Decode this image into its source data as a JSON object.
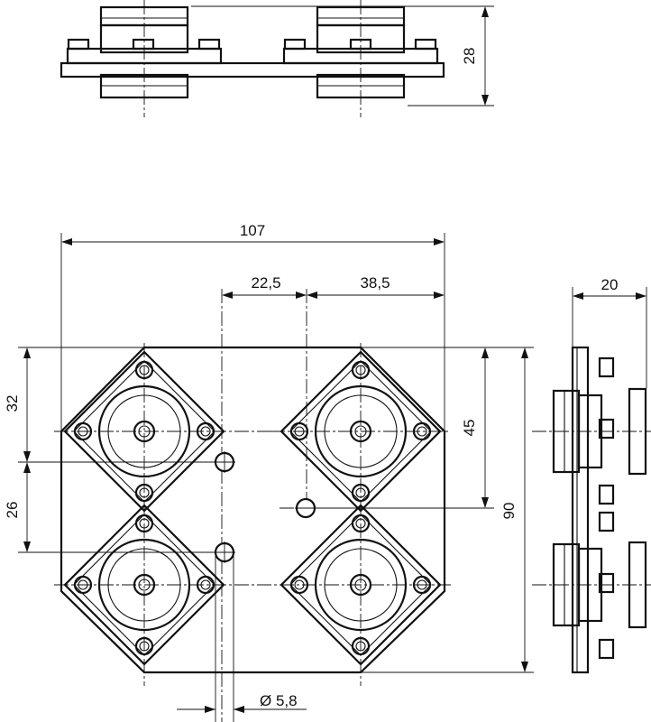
{
  "dimensions": {
    "height_top": "28",
    "overall_width": "107",
    "offset_a": "22,5",
    "offset_b": "38,5",
    "side_width": "20",
    "left_upper": "32",
    "left_lower": "26",
    "right_inner": "45",
    "right_outer": "90",
    "hole_diameter": "Ø 5,8"
  },
  "colors": {
    "line": "#111111",
    "background": "#ffffff"
  }
}
